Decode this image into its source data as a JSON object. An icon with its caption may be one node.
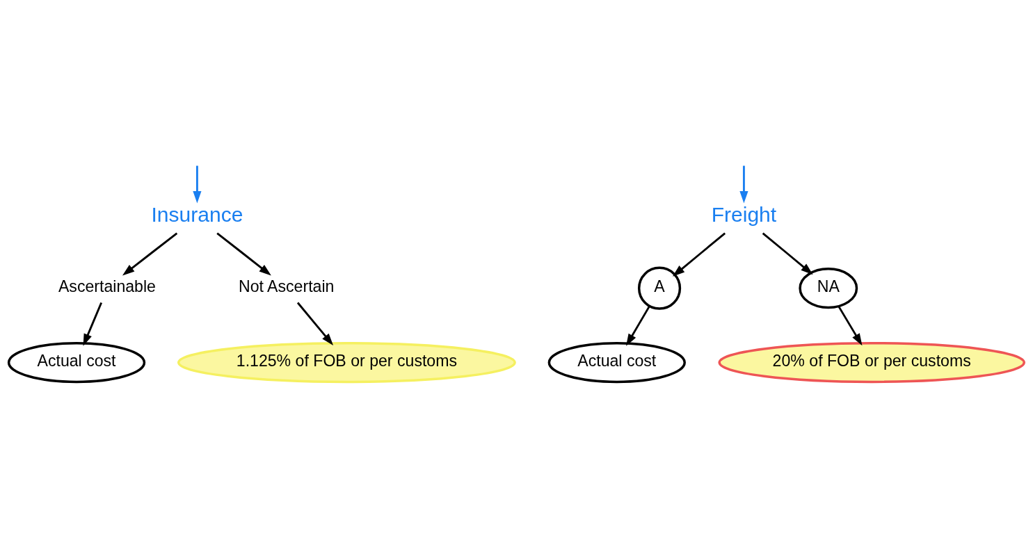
{
  "diagram": {
    "nodes": [
      {
        "text": [
          "Insurance"
        ]
      },
      {
        "text": [
          "Freight"
        ]
      },
      {
        "text": [
          "Ascertainable"
        ]
      },
      {
        "text": [
          "Not Ascertain"
        ]
      },
      {
        "text": [
          "Actual cost"
        ]
      },
      {
        "text": [
          "1.125% of FOB or per customs"
        ]
      },
      {
        "text": [
          "A"
        ]
      },
      {
        "text": [
          "Actual cost"
        ]
      },
      {
        "text": [
          "NA"
        ]
      },
      {
        "text": [
          "20% of FOB or per customs"
        ]
      }
    ],
    "edges": [
      {
        "from": null,
        "to": 0,
        "arrow": "to",
        "color": "#1a7ff0"
      },
      {
        "from": null,
        "to": 1,
        "arrow": "to",
        "color": "#1a7ff0"
      },
      {
        "from": 0,
        "to": 2,
        "arrow": "to"
      },
      {
        "from": 0,
        "to": 3,
        "arrow": "to"
      },
      {
        "from": 1,
        "to": 6,
        "arrow": "to"
      },
      {
        "from": 1,
        "to": 8,
        "arrow": "to"
      },
      {
        "from": 2,
        "to": 4,
        "arrow": "to"
      },
      {
        "from": 3,
        "to": 5,
        "arrow": "to"
      },
      {
        "from": 6,
        "to": 7,
        "arrow": "to"
      },
      {
        "from": 8,
        "to": 9,
        "arrow": "to"
      }
    ]
  }
}
